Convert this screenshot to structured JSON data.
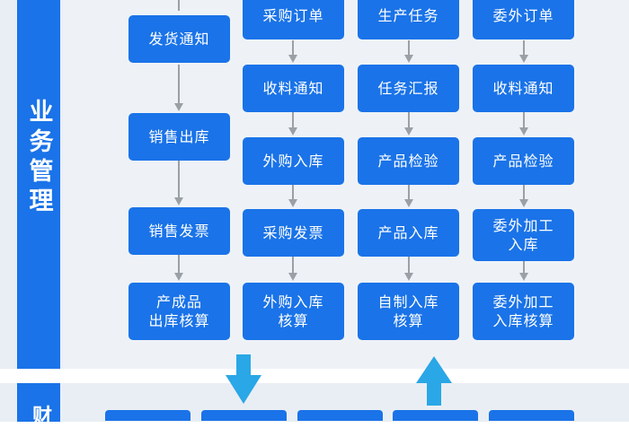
{
  "side_label": "业务管理",
  "side_label_bottom": "财",
  "colors": {
    "node": "#1a73e8",
    "arrow": "#9aa0a6",
    "big_arrow": "#2aa7e6",
    "panel": "#e9eef4"
  },
  "columns": [
    {
      "nodes": [
        "发货通知",
        "销售出库",
        "销售发票",
        "产成品\n出库核算"
      ]
    },
    {
      "nodes": [
        "采购订单",
        "收料通知",
        "外购入库",
        "采购发票",
        "外购入库\n核算"
      ]
    },
    {
      "nodes": [
        "生产任务",
        "任务汇报",
        "产品检验",
        "产品入库",
        "自制入库\n核算"
      ]
    },
    {
      "nodes": [
        "委外订单",
        "收料通知",
        "产品检验",
        "委外加工\n入库",
        "委外加工\n入库核算"
      ]
    }
  ]
}
